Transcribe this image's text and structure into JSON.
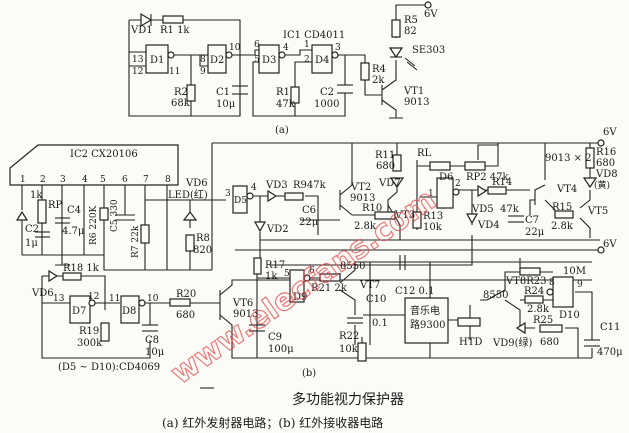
{
  "circuit_a": {
    "vd1": "VD1",
    "r1": "R1  1k",
    "d1": "D1",
    "d2": "D2",
    "d3": "D3",
    "d4": "D4",
    "ic1": "IC1  CD4011",
    "pin13": "13",
    "pin12": "12",
    "pin11": "11",
    "pin8": "8",
    "pin9": "9",
    "pin10": "10",
    "pin6": "6",
    "pin5": "5",
    "pin4": "4",
    "pin1": "1",
    "pin2": "2",
    "pin3": "3",
    "r2": "R2",
    "r2v": "68k",
    "c1": "C1",
    "c1v": "10μ",
    "r1b": "R1",
    "r1bv": "47k",
    "c2": "C2",
    "c2v": "1000",
    "r4": "R4",
    "r4v": "2k",
    "vt1": "VT1",
    "vt1v": "9013",
    "r5": "R5",
    "r5v": "82",
    "se303": "SE303",
    "v6": "6V",
    "label": "(a)"
  },
  "circuit_b": {
    "ic2": "IC2  CX20106",
    "pins": [
      "1",
      "2",
      "3",
      "4",
      "5",
      "6",
      "7",
      "8"
    ],
    "r1k": "1k",
    "rp": "RP",
    "c4": "C4",
    "c4v": "4.7μ",
    "c2": "C2",
    "c2v": "1μ",
    "r6": "R6 220K",
    "c5": "C5 330",
    "r7": "R7 22k",
    "vd6": "VD6",
    "led": "LED(红)",
    "r8": "R8",
    "r8v": "820",
    "d5": "D5",
    "d5p3": "3",
    "d5p4": "4",
    "vd3": "VD3",
    "r9": "R947k",
    "c6": "C6",
    "c6v": "22μ",
    "vd2": "VD2",
    "r17": "R17",
    "r17v": "1k",
    "r11": "R11",
    "r11v": "680",
    "vt2": "VT2",
    "vt2v": "9013",
    "r10": "R10",
    "r10v": "2.8k",
    "vd7": "VD7",
    "vt3": "VT3",
    "r13": "R13",
    "r13v": "10k",
    "rl": "RL",
    "rp2": "RP2 47k",
    "d6": "D6",
    "d6p1": "1",
    "d6p2": "2",
    "vd5": "VD5",
    "r14": "R14",
    "r14v": "47k",
    "vd4": "VD4",
    "c7": "C7",
    "c7v": "22μ",
    "vt45": "9013 × 2",
    "vt4": "VT4",
    "r15": "R15",
    "r15v": "2.8k",
    "vt5": "VT5",
    "r16": "R16",
    "r16v": "680",
    "vd8": "VD8",
    "vd8c": "(黄)",
    "v6a": "6V",
    "v6b": "6V",
    "r18": "R18  1k",
    "vd6b": "VD6",
    "d7": "D7",
    "d7p13": "13",
    "d7p12": "12",
    "d8": "D8",
    "d8p11": "11",
    "d8p10": "10",
    "r19": "R19",
    "r19v": "300k",
    "c8": "C8",
    "c8v": "10μ",
    "r20": "R20",
    "r20v": "680",
    "vt6": "VT6",
    "vt6v": "9013",
    "c9": "C9",
    "c9v": "100μ",
    "d9": "D9",
    "d9p5": "5",
    "d9p6": "6",
    "r21": "R21 2k",
    "vt7t": "8550",
    "vt7": "VT7",
    "c10": "C10",
    "c10v": "0.1",
    "c12": "C12 0.1",
    "music1": "音乐电",
    "music2": "路9300",
    "htd": "HTD",
    "r22": "R22",
    "r22v": "10k",
    "vt8t": "8550",
    "vt8": "VT8R23",
    "r23v": "10M",
    "r24": "R24",
    "r24v": "2.8k",
    "d10": "D10",
    "d10p8": "8",
    "d10p9": "9",
    "vd9": "VD9(绿)",
    "r25": "R25",
    "r25v": "680",
    "c11": "C11",
    "c11v": "470μ",
    "note": "(D5 ~ D10):CD4069",
    "label": "(b)"
  },
  "caption": {
    "title": "多功能视力保护器",
    "subtitle": "(a) 红外发射器电路；(b) 红外接收器电路"
  },
  "watermark": "www.elecfans.com"
}
